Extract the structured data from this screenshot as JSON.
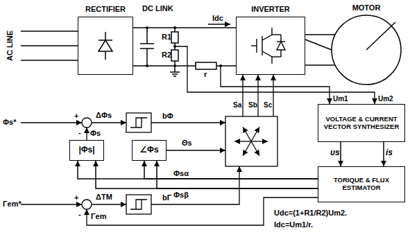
{
  "diagram": {
    "nodes": [
      {
        "text": [
          "RECTIFIER"
        ]
      },
      {
        "text": [
          "INVERTER"
        ]
      },
      {
        "text": [
          "MOTOR"
        ]
      },
      {
        "text": [
          "VOLTAGE & CURRENT VECTOR SYNTHESIZER"
        ]
      },
      {
        "text": [
          "|Φs|"
        ]
      },
      {
        "text": [
          "∠Φs"
        ]
      },
      {
        "text": [
          "TORIQUE & FLUX ESTIMATOR"
        ]
      }
    ],
    "edges": [
      {
        "from": 0,
        "to": 1,
        "arrow": "none"
      },
      {
        "from": 1,
        "to": 2,
        "arrow": "none"
      },
      {
        "from": 3,
        "to": 6,
        "label": "υs",
        "arrow": "to"
      },
      {
        "from": 3,
        "to": 6,
        "label": "is",
        "arrow": "to"
      },
      {
        "from": 6,
        "to": 4,
        "arrow": "to"
      },
      {
        "from": 6,
        "to": 5,
        "arrow": "to"
      },
      {
        "from": 6,
        "to": 4,
        "arrow": "to"
      },
      {
        "from": 6,
        "to": 5,
        "arrow": "to"
      }
    ],
    "labels": [
      "DC LINK",
      "Idc",
      "R1",
      "R2",
      "r",
      "AC LINE",
      "Um1",
      "Um2",
      "Sa",
      "Sb",
      "Sc",
      "ΔΦs",
      "bΦ",
      "+",
      "Φs*",
      "-",
      "Φs",
      "Θs",
      "Φsα",
      "Φsβ",
      "ΔTM",
      "bΓ",
      "+",
      "Γem*",
      "-",
      "Γem",
      "Udc=(1+R1/R2)Um2.",
      "Idc=Um1/r."
    ]
  }
}
